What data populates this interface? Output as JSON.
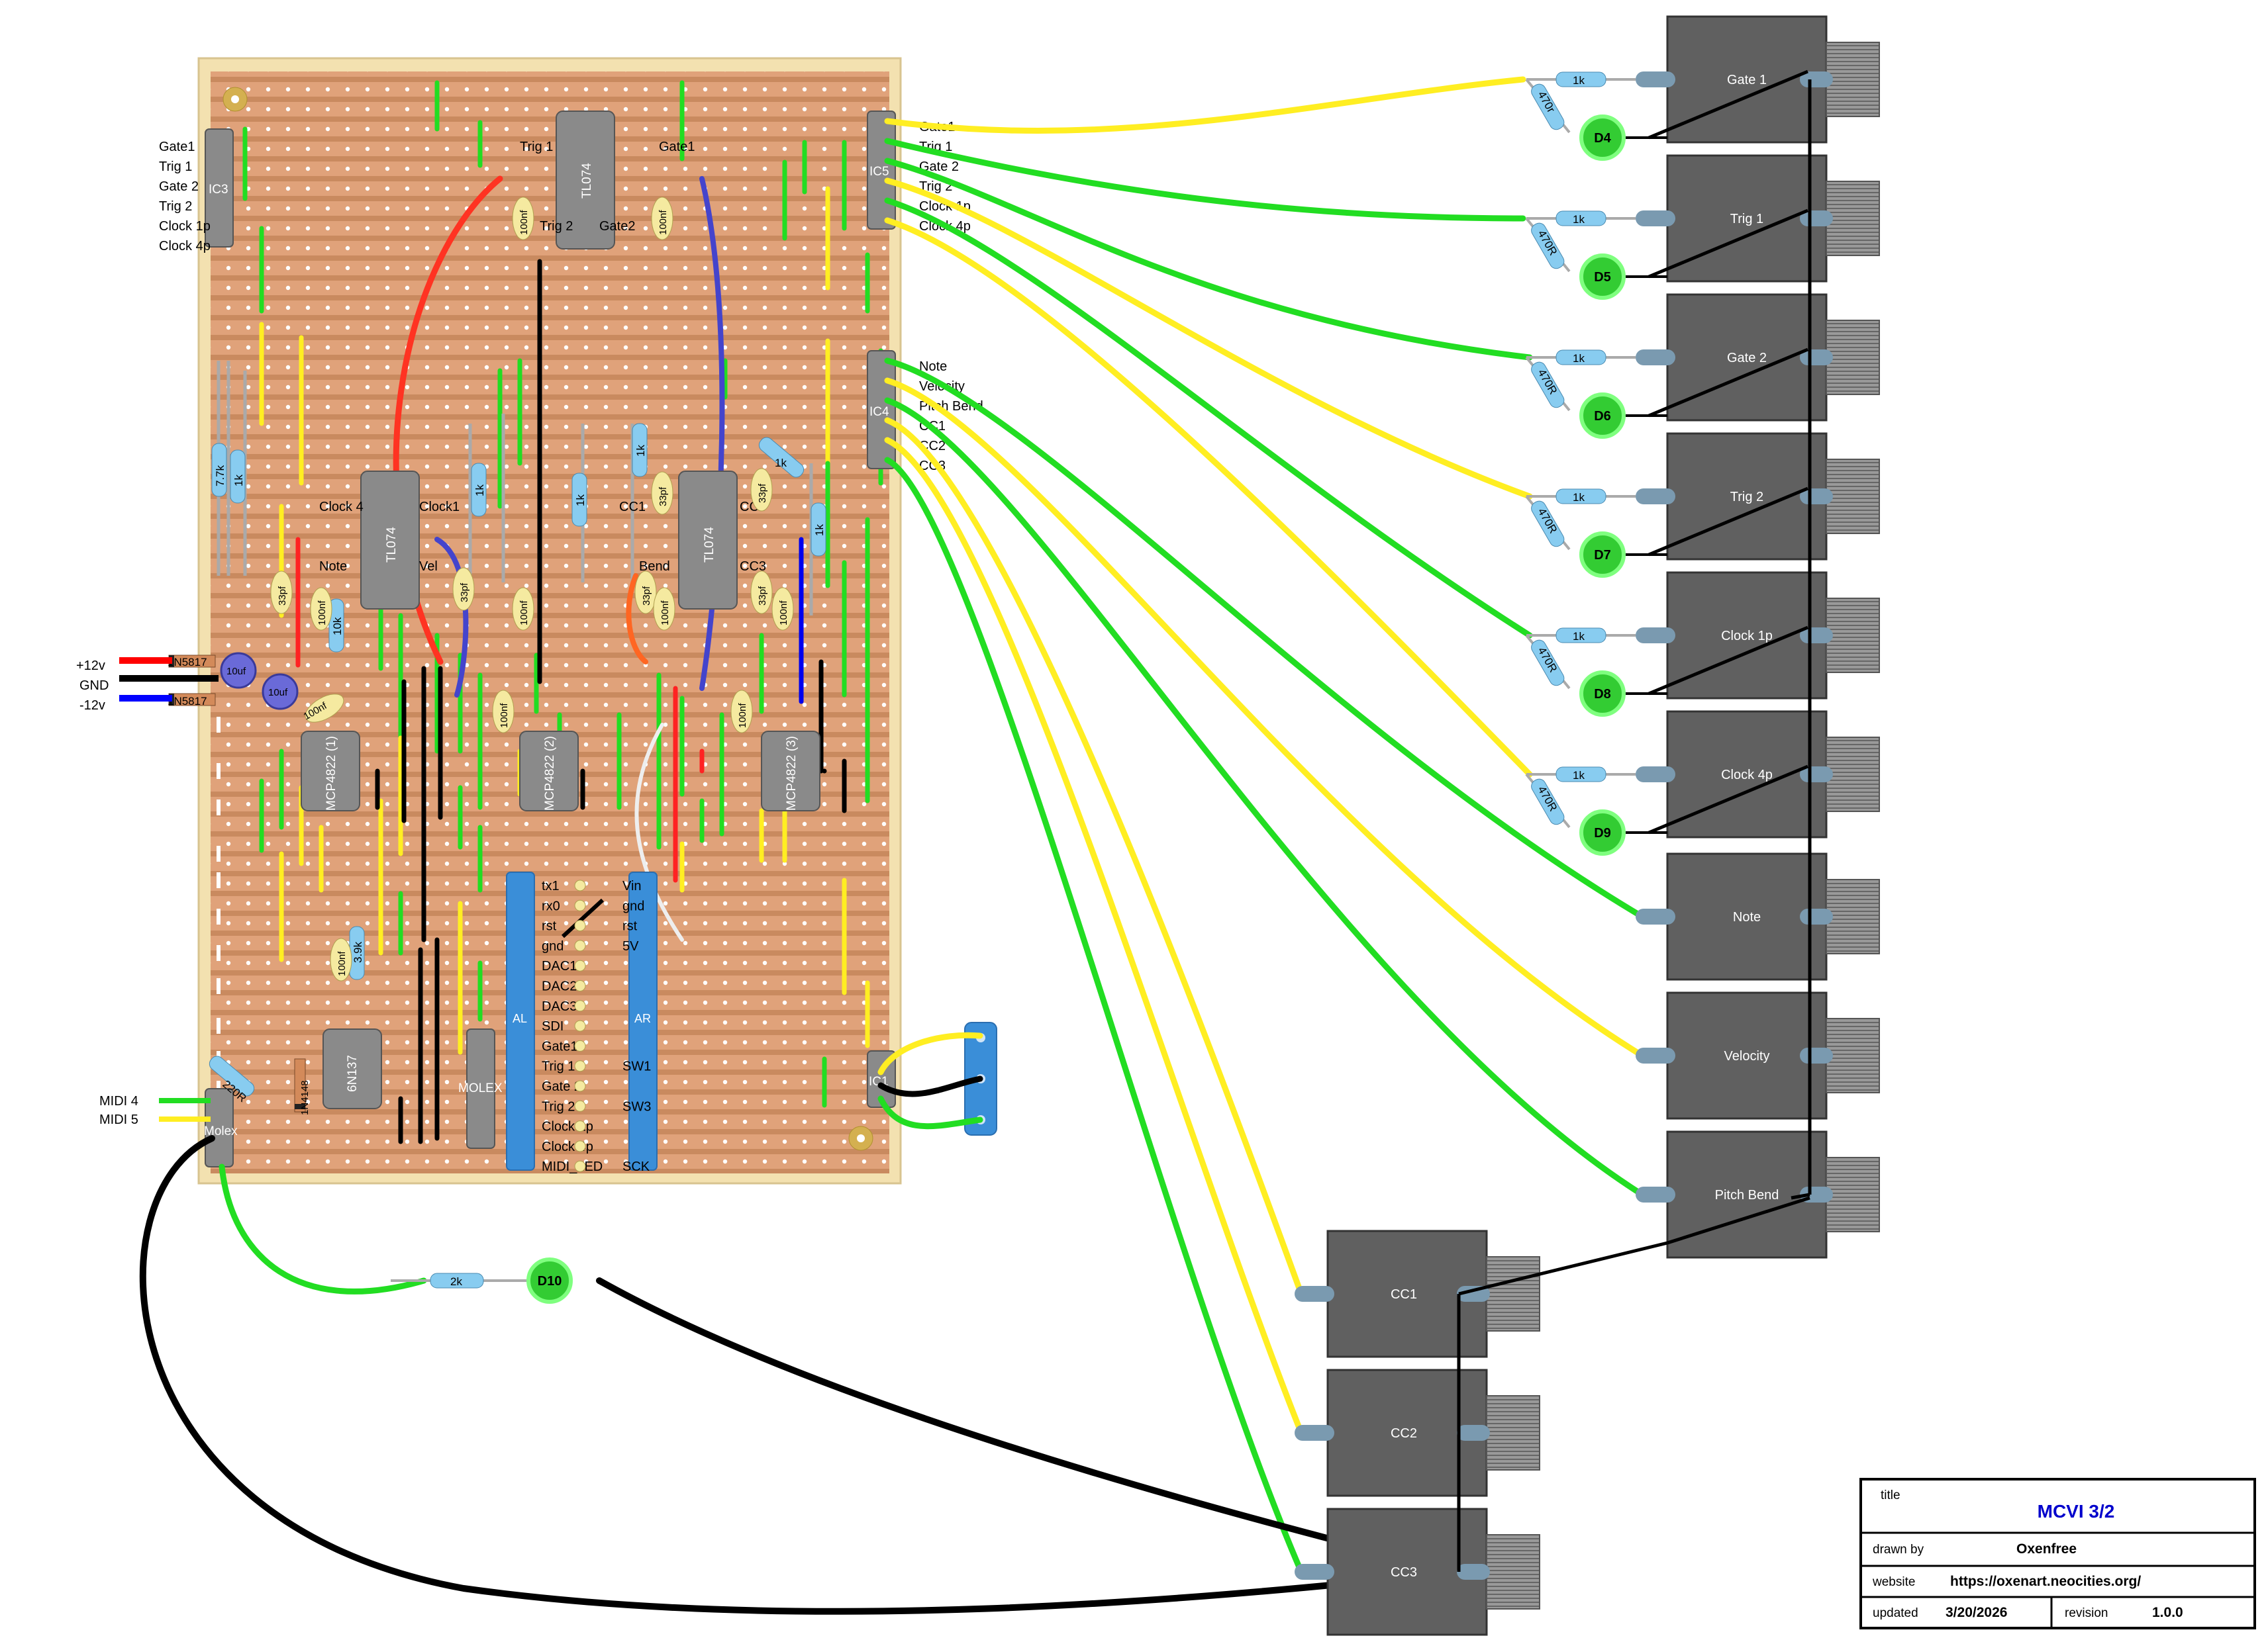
{
  "title_block": {
    "title_label": "title",
    "title_value": "MCVI 3/2",
    "drawn_label": "drawn by",
    "drawn_value": "Oxenfree",
    "website_label": "website",
    "website_value": "https://oxenart.neocities.org/",
    "updated_label": "updated",
    "updated_value": "3/20/2026",
    "revision_label": "revision",
    "revision_value": "1.0.0"
  },
  "power": {
    "plus12": "+12v",
    "gnd": "GND",
    "minus12": "-12v",
    "diode1": "1N5817",
    "diode2": "1N5817"
  },
  "midi": {
    "midi4": "MIDI 4",
    "midi5": "MIDI 5",
    "molex": "Molex",
    "r220": "220R",
    "diode": "1N4148",
    "opto": "6N137"
  },
  "ic3": {
    "name": "IC3",
    "pins": [
      "Gate1",
      "Trig 1",
      "Gate 2",
      "Trig 2",
      "Clock 1p",
      "Clock 4p"
    ]
  },
  "ic5": {
    "name": "IC5",
    "pins": [
      "Gate1",
      "Trig 1",
      "Gate 2",
      "Trig 2",
      "Clock 1p",
      "Clock 4p"
    ]
  },
  "ic4": {
    "name": "IC4",
    "pins": [
      "Note",
      "Velocity",
      "Pitch Bend",
      "CC1",
      "CC2",
      "CC3"
    ]
  },
  "ic1": {
    "name": "IC1"
  },
  "board_labels": {
    "trig1": "Trig 1",
    "trig2": "Trig 2",
    "gate1": "Gate1",
    "gate2": "Gate2",
    "tl074": "TL074",
    "clock4": "Clock 4",
    "clock1": "Clock1",
    "note": "Note",
    "vel": "Vel",
    "cc1": "CC1",
    "cc3": "CC3",
    "bend": "Bend",
    "tl074b": "TL074",
    "tl074c": "TL074",
    "mcp1": "MCP4822 (1)",
    "mcp2": "MCP4822 (2)",
    "mcp3": "MCP4822 (3)",
    "molex2": "MOLEX",
    "al": "AL",
    "ar": "AR",
    "c10uf1": "10uf",
    "c10uf2": "10uf",
    "c100nf": "100nf",
    "r77k": "7.7k",
    "r1k": "1k",
    "r10k": "10k",
    "r39k": "3.9k",
    "c33pf": "33pf",
    "c100nf_s": "100nf"
  },
  "arduino_left": [
    "tx1",
    "rx0",
    "rst",
    "gnd",
    "DAC1",
    "DAC2",
    "DAC3",
    "SDI",
    "Gate1",
    "Trig 1",
    "Gate 2",
    "Trig 2",
    "Clock 1p",
    "Clock 4p",
    "MIDI_LED"
  ],
  "arduino_right": [
    "Vin",
    "gnd",
    "rst",
    "5V",
    "",
    "",
    "",
    "",
    "",
    "SW1",
    "",
    "SW3",
    "",
    "",
    "SCK"
  ],
  "jacks_right": [
    {
      "label": "Gate 1",
      "led": "D4"
    },
    {
      "label": "Trig 1",
      "led": "D5"
    },
    {
      "label": "Gate 2",
      "led": "D6"
    },
    {
      "label": "Trig 2",
      "led": "D7"
    },
    {
      "label": "Clock 1p",
      "led": "D8"
    },
    {
      "label": "Clock 4p",
      "led": "D9"
    },
    {
      "label": "Note",
      "led": ""
    },
    {
      "label": "Velocity",
      "led": ""
    },
    {
      "label": "Pitch Bend",
      "led": ""
    }
  ],
  "jacks_bottom": [
    {
      "label": "CC1"
    },
    {
      "label": "CC2"
    },
    {
      "label": "CC3"
    }
  ],
  "jack_resistor_1k": "1k",
  "jack_resistor_470": "470R",
  "jack_resistor_470_first": "470r",
  "midi_led": {
    "resistor": "2k",
    "led": "D10"
  },
  "colors": {
    "stripboard": "#c98a5f",
    "stripe": "#e0a27a",
    "board_edge": "#f3e1b0",
    "jack_body": "#606060",
    "led": "#33cc33",
    "wire_green": "#22dd22",
    "wire_yellow": "#ffee22",
    "wire_black": "#000000",
    "resistor": "#88ccf0",
    "cap_yellow": "#f5eaa0",
    "arduino": "#3a8ed8"
  }
}
